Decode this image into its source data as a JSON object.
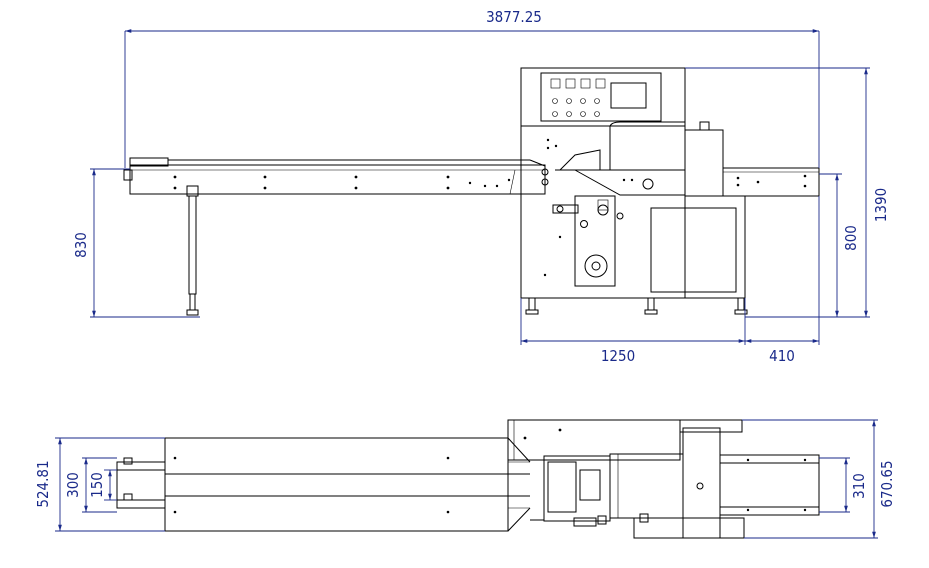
{
  "colors": {
    "line": "#000000",
    "dimension": "#1a2a8a",
    "background": "#ffffff"
  },
  "side_view": {
    "overall_length": "3877.25",
    "infeed_height": "830",
    "outfeed_height": "800",
    "machine_height": "1390",
    "body_length": "1250",
    "outfeed_length": "410"
  },
  "top_view": {
    "overall_width": "524.81",
    "conveyor_width": "300",
    "channel_width": "150",
    "outfeed_width": "310",
    "machine_width": "670.65"
  }
}
